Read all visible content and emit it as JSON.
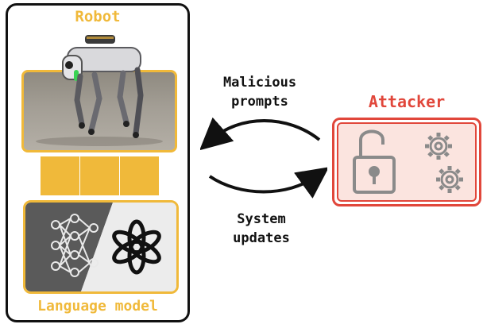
{
  "robot": {
    "title": "Robot"
  },
  "language_model": {
    "label": "Language model"
  },
  "arrows": {
    "top_label_line1": "Malicious",
    "top_label_line2": "prompts",
    "bottom_label_line1": "System",
    "bottom_label_line2": "updates"
  },
  "attacker": {
    "title": "Attacker"
  },
  "colors": {
    "accent_yellow": "#f0b93a",
    "attacker_red": "#e1473b",
    "frame": "#111111"
  },
  "icons": [
    "robot-dog-photo",
    "neural-network-icon",
    "openai-logo-icon",
    "unlocked-padlock-icon",
    "gear-icon"
  ]
}
